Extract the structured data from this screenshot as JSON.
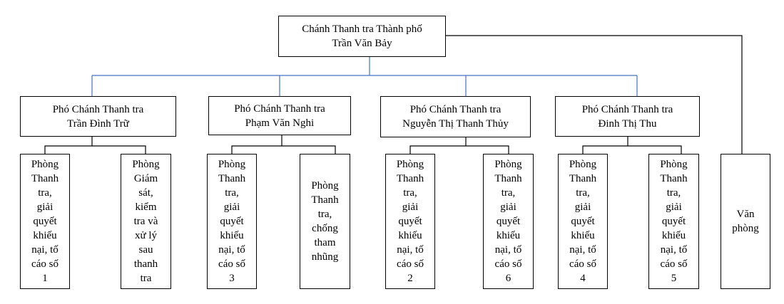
{
  "chief": {
    "title": "Chánh Thanh tra Thành phố",
    "name": "Trần Văn Bảy"
  },
  "deputies": [
    {
      "title": "Phó Chánh Thanh tra",
      "name": "Trần Đình Trữ"
    },
    {
      "title": "Phó Chánh Thanh tra",
      "name": "Phạm Văn Nghi"
    },
    {
      "title": "Phó Chánh Thanh tra",
      "name": "Nguyễn Thị Thanh Thủy"
    },
    {
      "title": "Phó Chánh Thanh tra",
      "name": "Đinh Thị Thu"
    }
  ],
  "units": [
    "Phòng\nThanh\ntra,\ngiải\nquyết\nkhiếu\nnại, tố\ncáo số\n1",
    "Phòng\nGiám\nsát,\nkiểm\ntra và\nxử lý\nsau\nthanh\ntra",
    "Phòng\nThanh\ntra,\ngiải\nquyết\nkhiếu\nnại, tố\ncáo số\n3",
    "Phòng\nThanh\ntra,\nchống\ntham\nnhũng",
    "Phòng\nThanh\ntra,\ngiải\nquyết\nkhiếu\nnại, tố\ncáo số\n2",
    "Phòng\nThanh\ntra,\ngiải\nquyết\nkhiếu\nnại, tố\ncáo số\n6",
    "Phòng\nThanh\ntra,\ngiải\nquyết\nkhiếu\nnại, tố\ncáo số\n4",
    "Phòng\nThanh\ntra,\ngiải\nquyết\nkhiếu\nnại, tố\ncáo số\n5"
  ],
  "office": "Văn\nphòng",
  "colors": {
    "box_border": "#000000",
    "connector_blue": "#4472c4",
    "connector_black": "#000000"
  }
}
